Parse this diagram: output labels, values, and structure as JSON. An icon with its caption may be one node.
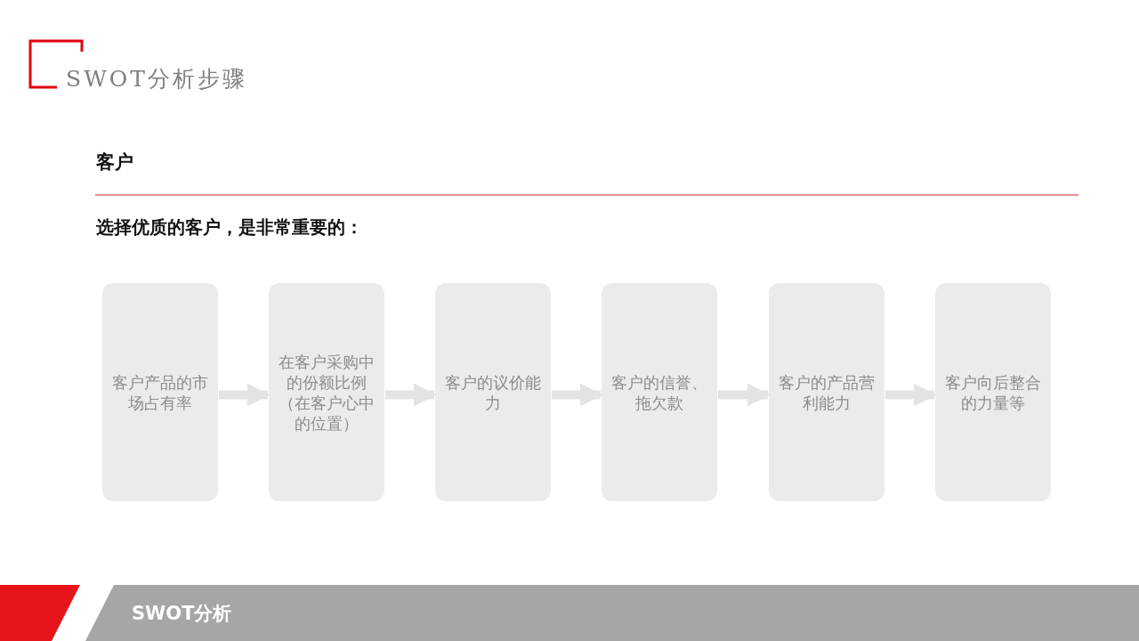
{
  "diagram": {
    "title": "SWOT分析步骤",
    "nodes": [
      {
        "text": [
          "客户产品的市场占有率"
        ]
      },
      {
        "text": [
          "在客户采购中的份额比例（在客户心中的位置）"
        ]
      },
      {
        "text": [
          "客户的议价能力"
        ]
      },
      {
        "text": [
          "客户的信誉、拖欠款"
        ]
      },
      {
        "text": [
          "客户的产品营利能力"
        ]
      },
      {
        "text": [
          "客户向后整合的力量等"
        ]
      }
    ],
    "edges": [
      {
        "from": 0,
        "to": 1,
        "arrow": "to"
      },
      {
        "from": 1,
        "to": 2,
        "arrow": "to"
      },
      {
        "from": 2,
        "to": 3,
        "arrow": "to"
      },
      {
        "from": 3,
        "to": 4,
        "arrow": "to"
      },
      {
        "from": 4,
        "to": 5,
        "arrow": "to"
      }
    ],
    "labels": [
      "客户",
      "选择优质的客户，是非常重要的：",
      "SWOT分析"
    ]
  }
}
